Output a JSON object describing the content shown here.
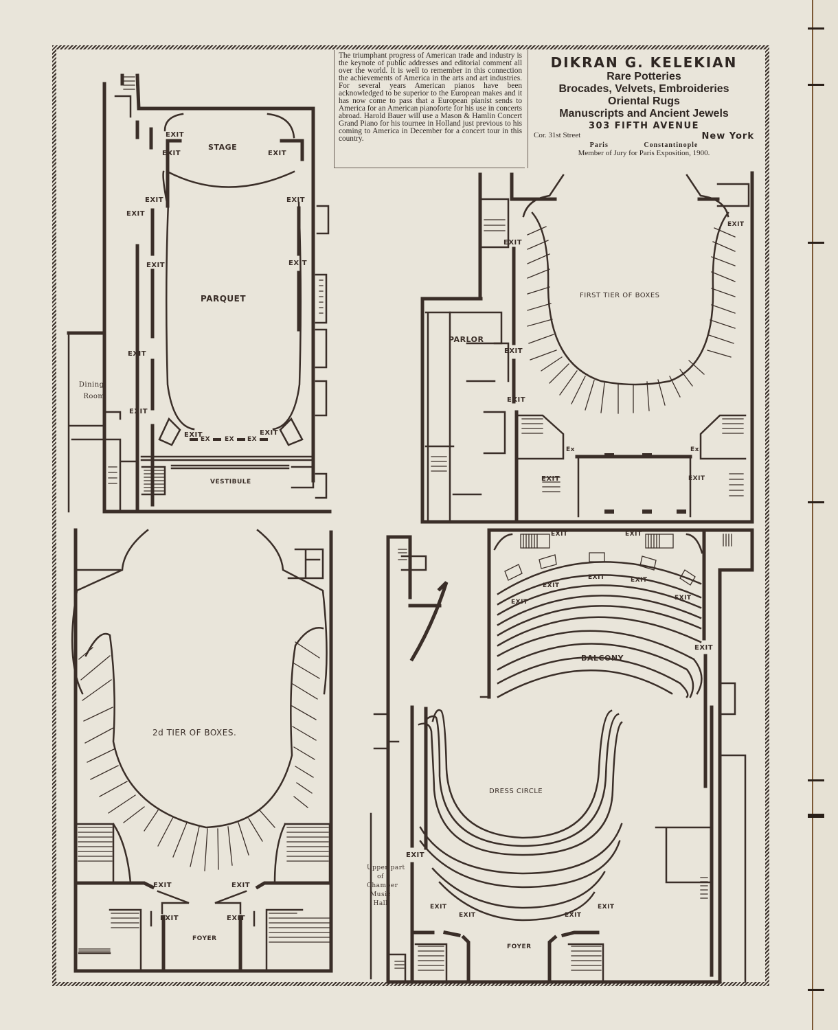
{
  "article": {
    "text": "The triumphant progress of American trade and industry is the keynote of public addresses and editorial comment all over the world. It is well to remember in this connection the achievements of America in the arts and art industries. For several years American pianos have been acknowledged to be superior to the European makes and it has now come to pass that a European pianist sends to America for an American pianoforte for his use in concerts abroad. Harold Bauer will use a Mason & Hamlin Concert Grand Piano for his tournee in Holland just previous to his coming to America in December for a concert tour in this country."
  },
  "advertisement": {
    "name": "DIKRAN G. KELEKIAN",
    "lines": [
      "Rare Potteries",
      "Brocades, Velvets, Embroideries",
      "Oriental Rugs",
      "Manuscripts and Ancient Jewels"
    ],
    "address": "303 FIFTH AVENUE",
    "corner": "Cor. 31st Street",
    "city": "New York",
    "branches": [
      "Paris",
      "Constantinople"
    ],
    "jury": "Member of Jury for Paris Exposition, 1900."
  },
  "plans": {
    "parquet": {
      "rooms": {
        "stage": "STAGE",
        "parquet": "PARQUET",
        "dining_room_1": "Dining",
        "dining_room_2": "Room",
        "vestibule": "VESTIBULE"
      },
      "exit": "EXIT",
      "ex": "EX"
    },
    "first_tier": {
      "rooms": {
        "title": "FIRST TIER OF BOXES",
        "parlor": "PARLOR"
      },
      "exit": "EXIT",
      "ex": "Ex"
    },
    "second_tier": {
      "rooms": {
        "title": "2d TIER OF BOXES.",
        "foyer": "FOYER"
      },
      "exit": "EXIT"
    },
    "balcony_dress_circle": {
      "rooms": {
        "balcony": "BALCONY",
        "dress_circle": "DRESS CIRCLE",
        "foyer": "FOYER",
        "chamber_1": "Upper part",
        "chamber_2": "of",
        "chamber_3": "Chamber",
        "chamber_4": "Music",
        "chamber_5": "Hall"
      },
      "exit": "EXIT"
    }
  }
}
